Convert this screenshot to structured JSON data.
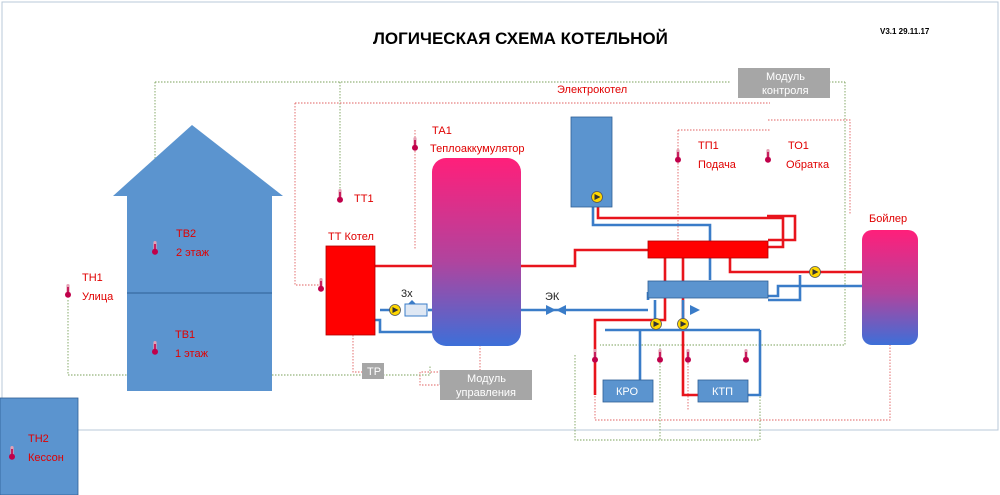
{
  "title": "ЛОГИЧЕСКАЯ СХЕМА КОТЕЛЬНОЙ",
  "version": "V3.1 29.11.17",
  "colors": {
    "pipe_hot": "#e8141c",
    "pipe_cold": "#3a7cc8",
    "tank_top": "#ff1f7a",
    "tank_bottom": "#3d6fd8",
    "house": "#5b94cf",
    "equipment": "#5b94cf",
    "box_gray": "#a6a6a6",
    "boiler_red": "#ff0000",
    "pump": "#ffd700",
    "sensor_red": "#c0004a",
    "line_green": "#7aa05a",
    "line_red": "#e06060"
  },
  "sensors": {
    "tn1": {
      "code": "ТН1",
      "desc": "Улица"
    },
    "tn2": {
      "code": "ТН2",
      "desc": "Кессон"
    },
    "tv1": {
      "code": "ТВ1",
      "desc": "1 этаж"
    },
    "tv2": {
      "code": "ТВ2",
      "desc": "2 этаж"
    },
    "tt1": {
      "code": "ТТ1"
    },
    "ta1": {
      "code": "ТА1",
      "desc": "Теплоаккумулятор"
    },
    "tp1": {
      "code": "ТП1",
      "desc": "Подача"
    },
    "to1": {
      "code": "ТО1",
      "desc": "Обратка"
    }
  },
  "equipment": {
    "tt_kotel": "ТТ Котел",
    "elektrokotel": "Электрокотел",
    "boiler": "Бойлер",
    "valve_3x": "3х",
    "valve_ek": "ЭК",
    "tr": "ТР",
    "kro": "КРО",
    "ktp": "КТП"
  },
  "modules": {
    "control": [
      "Модуль",
      "контроля"
    ],
    "management": [
      "Модуль",
      "управления"
    ]
  }
}
